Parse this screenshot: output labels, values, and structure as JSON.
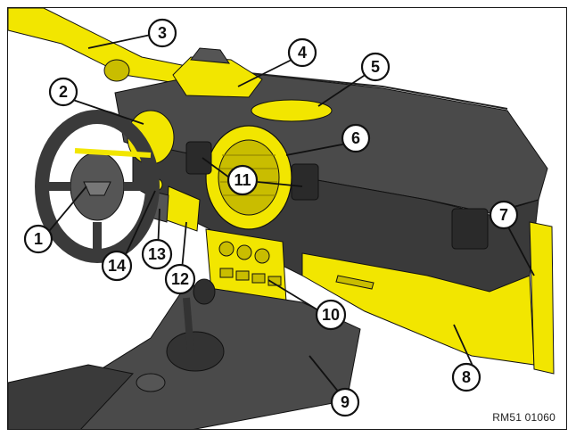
{
  "colors": {
    "highlight": "#f2e600",
    "highlight_shadow": "#c9bd00",
    "dark_trim": "#3a3a3a",
    "mid_trim": "#555555",
    "light_trim": "#7a7a7a",
    "outline": "#111111"
  },
  "callouts": [
    {
      "id": "1",
      "label": "1"
    },
    {
      "id": "2",
      "label": "2"
    },
    {
      "id": "3",
      "label": "3"
    },
    {
      "id": "4",
      "label": "4"
    },
    {
      "id": "5",
      "label": "5"
    },
    {
      "id": "6",
      "label": "6"
    },
    {
      "id": "7",
      "label": "7"
    },
    {
      "id": "8",
      "label": "8"
    },
    {
      "id": "9",
      "label": "9"
    },
    {
      "id": "10",
      "label": "10"
    },
    {
      "id": "11",
      "label": "11"
    },
    {
      "id": "12",
      "label": "12"
    },
    {
      "id": "13",
      "label": "13"
    },
    {
      "id": "14",
      "label": "14"
    }
  ],
  "reference_code": "RM51 01060"
}
